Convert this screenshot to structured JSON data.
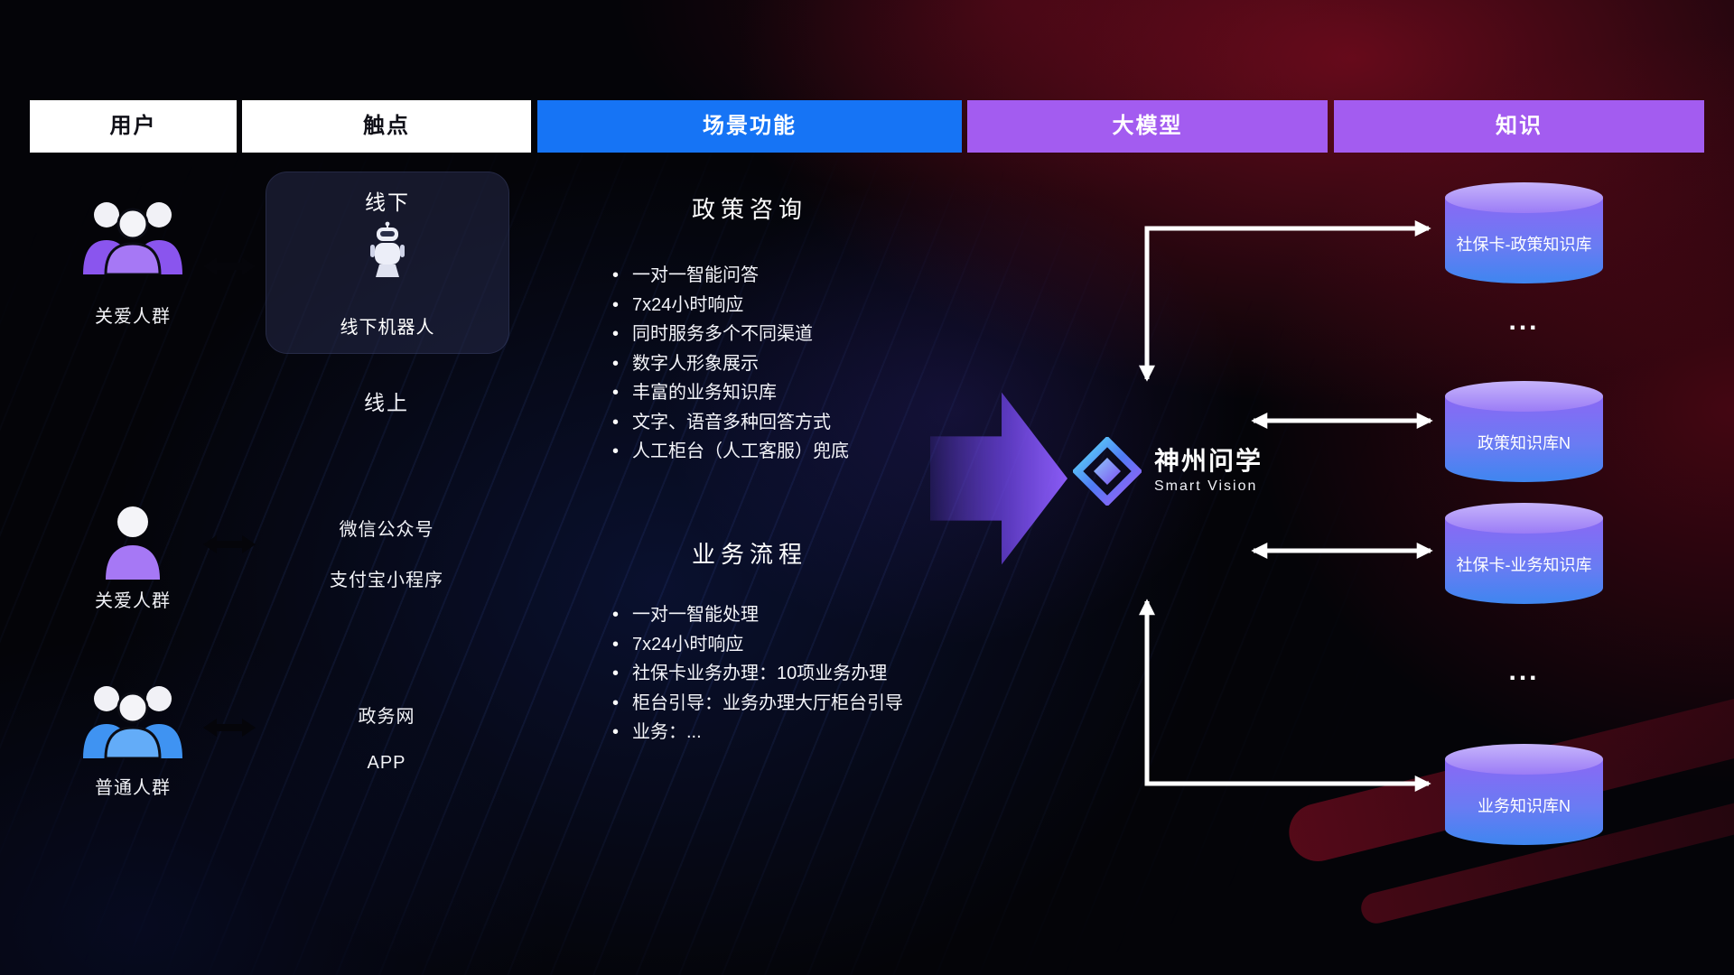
{
  "colors": {
    "header_white_bg": "#ffffff",
    "header_blue_bg": "#1674f5",
    "header_purple_bg": "#a35cf0",
    "cylinder_top": "#b9a3f9",
    "cylinder_body_start": "#8a68f4",
    "cylinder_body_end": "#3f86f0",
    "flow_arrow_purple": "#8b5cf6",
    "connector_white": "#ffffff",
    "user_icon_purple": "#a678f5",
    "user_icon_blue": "#63acf8",
    "background_red_glow": "#8c0f25",
    "background_blue_glow": "#2042c8"
  },
  "headers": [
    {
      "label": "用户"
    },
    {
      "label": "触点"
    },
    {
      "label": "场景功能"
    },
    {
      "label": "大模型"
    },
    {
      "label": "知识"
    }
  ],
  "users": [
    {
      "label": "关爱人群",
      "icon": "users-group-purple"
    },
    {
      "label": "关爱人群",
      "icon": "user-single-purple"
    },
    {
      "label": "普通人群",
      "icon": "users-group-blue"
    }
  ],
  "touchpoints": {
    "offline_title": "线下",
    "offline_robot_label": "线下机器人",
    "online_title": "线上",
    "channels": [
      "微信公众号",
      "支付宝小程序",
      "政务网",
      "APP"
    ]
  },
  "scenario": {
    "policy_title": "政策咨询",
    "policy_items": [
      "一对一智能问答",
      "7x24小时响应",
      "同时服务多个不同渠道",
      "数字人形象展示",
      "丰富的业务知识库",
      "文字、语音多种回答方式",
      "人工柜台（人工客服）兜底"
    ],
    "process_title": "业务流程",
    "process_items": [
      "一对一智能处理",
      "7x24小时响应",
      "社保卡业务办理：10项业务办理",
      "柜台引导：业务办理大厅柜台引导",
      "业务：..."
    ]
  },
  "model": {
    "name": "神州问学",
    "subtitle": "Smart Vision"
  },
  "knowledge": {
    "items": [
      {
        "label": "社保卡-政策知识库",
        "kind": "db"
      },
      {
        "label": "...",
        "kind": "ellipsis"
      },
      {
        "label": "政策知识库N",
        "kind": "db"
      },
      {
        "label": "社保卡-业务知识库",
        "kind": "db"
      },
      {
        "label": "...",
        "kind": "ellipsis"
      },
      {
        "label": "业务知识库N",
        "kind": "db"
      }
    ]
  }
}
